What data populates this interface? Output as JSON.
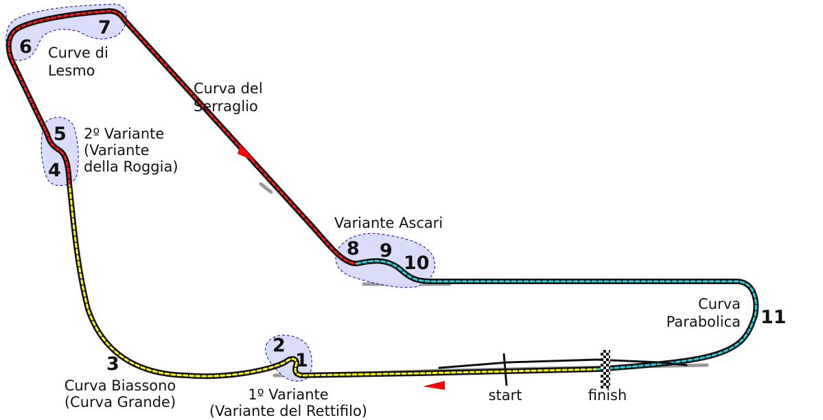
{
  "labels": {
    "lesmo": [
      "Curve di",
      "Lesmo"
    ],
    "serraglio": [
      "Curva del",
      "Serraglio"
    ],
    "roggia": [
      "2º Variante",
      "(Variante",
      "della Roggia)"
    ],
    "ascari": "Variante Ascari",
    "parabolica": [
      "Curva",
      "Parabolica"
    ],
    "biassono": [
      "Curva Biassono",
      "(Curva Grande)"
    ],
    "rettifilo": [
      "1º Variante",
      "(Variante del Rettifilo)"
    ],
    "start": "start",
    "finish": "finish"
  },
  "turns": [
    "1",
    "2",
    "3",
    "4",
    "5",
    "6",
    "7",
    "8",
    "9",
    "10",
    "11"
  ],
  "colors": {
    "track": "#111111",
    "sector1": "#ffff00",
    "sector2": "#ff1a1a",
    "sector3": "#22d3e0",
    "zone_fill": "#d9dcfa",
    "zone_stroke": "#1a1aa6",
    "direction_arrow": "#ff0000",
    "shadow": "#9a9a9a"
  },
  "sectors": [
    "sector-1-yellow",
    "sector-2-red",
    "sector-3-cyan"
  ],
  "icons": [
    "direction-arrow-icon",
    "checkered-flag-icon"
  ]
}
